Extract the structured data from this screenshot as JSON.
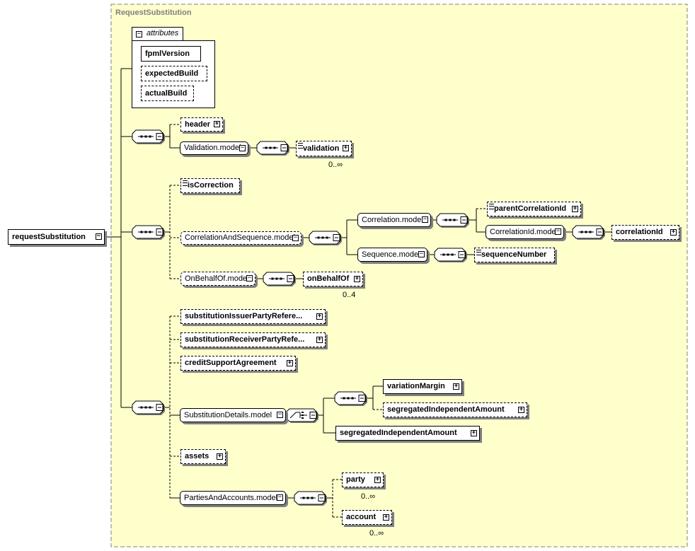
{
  "composite": {
    "title": "RequestSubstitution"
  },
  "attributes": {
    "header_label": "attributes",
    "items": [
      "fpmlVersion",
      "expectedBuild",
      "actualBuild"
    ]
  },
  "root": {
    "label": "requestSubstitution"
  },
  "elements": {
    "header": "header",
    "validation_model": "Validation.model",
    "validation": "validation",
    "validation_card": "0..∞",
    "is_correction": "isCorrection",
    "correlation_and_sequence_model": "CorrelationAndSequence.model",
    "correlation_model": "Correlation.model",
    "parent_correlation_id": "parentCorrelationId",
    "correlation_id_model": "CorrelationId.model",
    "correlation_id": "correlationId",
    "sequence_model": "Sequence.model",
    "sequence_number": "sequenceNumber",
    "on_behalf_of_model": "OnBehalfOf.model",
    "on_behalf_of": "onBehalfOf",
    "on_behalf_of_card": "0..4",
    "issuer_party_ref": "substitutionIssuerPartyRefere...",
    "receiver_party_ref": "substitutionReceiverPartyRefe...",
    "credit_support_agreement": "creditSupportAgreement",
    "substitution_details_model": "SubstitutionDetails.model",
    "variation_margin": "variationMargin",
    "segregated_ia_optional": "segregatedIndependentAmount",
    "segregated_ia": "segregatedIndependentAmount",
    "assets": "assets",
    "parties_and_accounts_model": "PartiesAndAccounts.model",
    "party": "party",
    "party_card": "0..∞",
    "account": "account",
    "account_card": "0..∞"
  },
  "colors": {
    "composite_fill": "#ffffcc",
    "composite_border": "#808080",
    "line": "#000000",
    "shadow": "#808080"
  }
}
